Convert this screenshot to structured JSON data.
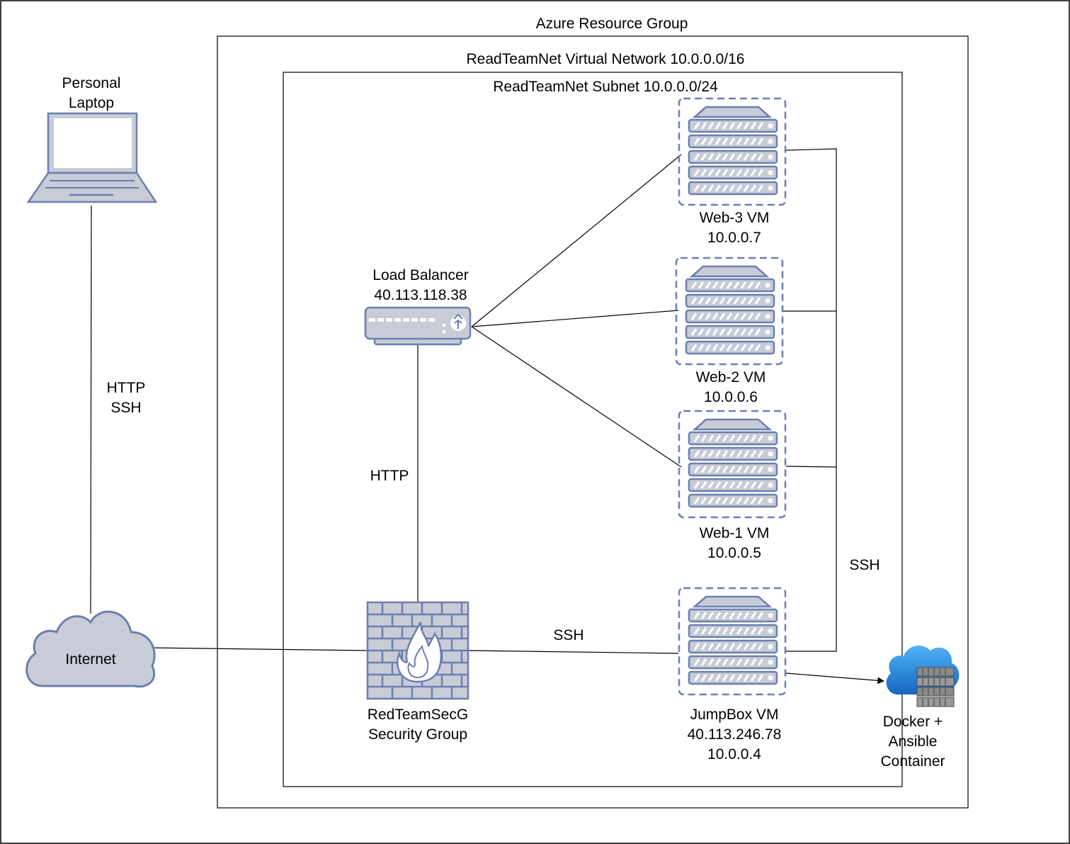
{
  "diagram": {
    "containers": {
      "resource_group": "Azure Resource Group",
      "vnet": "ReadTeamNet Virtual Network 10.0.0.0/16",
      "subnet": "ReadTeamNet Subnet 10.0.0.0/24"
    },
    "nodes": {
      "laptop": {
        "line1": "Personal",
        "line2": "Laptop",
        "icon": "laptop-icon"
      },
      "internet": {
        "label": "Internet",
        "icon": "cloud-icon"
      },
      "load_balancer": {
        "line1": "Load Balancer",
        "line2": "40.113.118.38",
        "icon": "load-balancer-icon"
      },
      "security_group": {
        "line1": "RedTeamSecG",
        "line2": "Security Group",
        "icon": "firewall-icon"
      },
      "web3": {
        "line1": "Web-3 VM",
        "line2": "10.0.0.7",
        "icon": "server-icon"
      },
      "web2": {
        "line1": "Web-2 VM",
        "line2": "10.0.0.6",
        "icon": "server-icon"
      },
      "web1": {
        "line1": "Web-1 VM",
        "line2": "10.0.0.5",
        "icon": "server-icon"
      },
      "jumpbox": {
        "line1": "JumpBox VM",
        "line2": "40.113.246.78",
        "line3": "10.0.0.4",
        "icon": "server-icon"
      },
      "container": {
        "line1": "Docker +",
        "line2": "Ansible",
        "line3": "Container",
        "icon": "container-cloud-icon"
      }
    },
    "edge_labels": {
      "laptop_internet_1": "HTTP",
      "laptop_internet_2": "SSH",
      "secg_lb": "HTTP",
      "secg_jumpbox": "SSH",
      "jumpbox_webs": "SSH"
    },
    "colors": {
      "icon_stroke": "#6c7fb0",
      "icon_fill": "#c7ccd6",
      "cloud_blue": "#1e88e5"
    }
  }
}
